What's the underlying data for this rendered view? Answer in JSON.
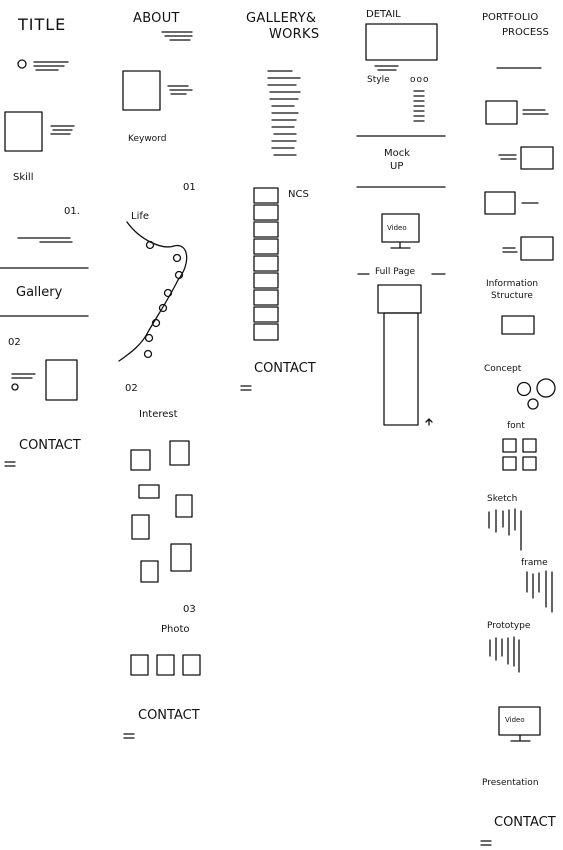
{
  "columns": [
    {
      "title": "TITLE",
      "labels": {
        "skill": "Skill",
        "num_01": "01.",
        "gallery": "Gallery",
        "num_02": "02",
        "contact": "CONTACT"
      }
    },
    {
      "title": "ABOUT",
      "labels": {
        "keyword": "Keyword",
        "num_01": "01",
        "life": "Life",
        "num_02": "02",
        "interest": "Interest",
        "num_03": "03",
        "photo": "Photo",
        "contact": "CONTACT"
      }
    },
    {
      "title_line1": "GALLERY&",
      "title_line2": "WORKS",
      "labels": {
        "ncs": "NCS",
        "contact": "CONTACT"
      }
    },
    {
      "title": "DETAIL",
      "labels": {
        "style": "Style",
        "style_marks": "ooo",
        "mockup_line1": "Mock",
        "mockup_line2": "UP",
        "video": "Video",
        "full_page": "Full Page"
      }
    },
    {
      "title_line1": "PORTFOLIO",
      "title_line2": "PROCESS",
      "labels": {
        "info_line1": "Information",
        "info_line2": "Structure",
        "concept": "Concept",
        "font": "font",
        "sketch": "Sketch",
        "frame": "frame",
        "prototype": "Prototype",
        "video": "Video",
        "presentation": "Presentation",
        "contact": "CONTACT"
      }
    }
  ]
}
